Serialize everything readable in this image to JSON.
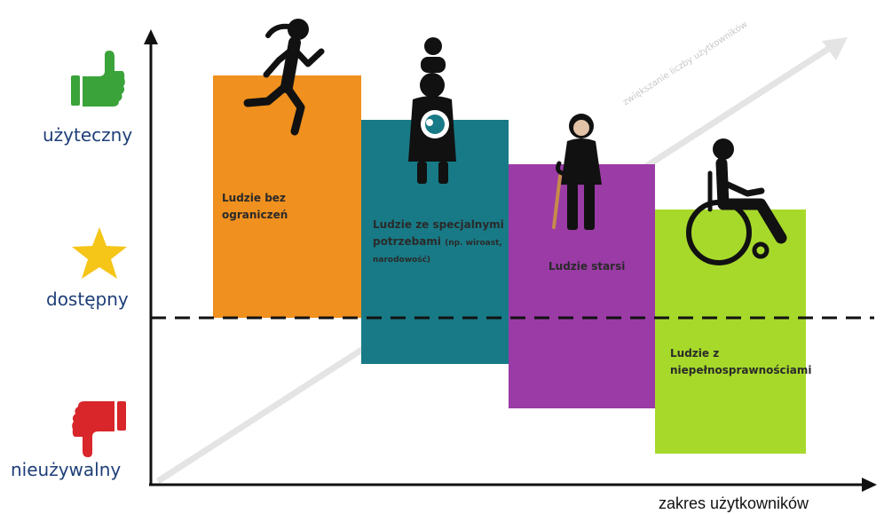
{
  "y_levels": {
    "useful": "użyteczny",
    "accessible": "dostępny",
    "unusable": "nieużywalny"
  },
  "x_axis_label": "zakres użytkowników",
  "trend_label": "zwiększanie liczby użytkowników",
  "groups": [
    {
      "label": "Ludzie bez ograniczeń",
      "color": "#f0901e"
    },
    {
      "label": "Ludzie ze specjalnymi potrzebami",
      "note": "(np. wiroast, narodowość)",
      "color": "#187a86"
    },
    {
      "label": "Ludzie starsi",
      "color": "#9b3ba6"
    },
    {
      "label": "Ludzie z niepełnosprawnościami",
      "color": "#a7d92b"
    }
  ],
  "icons": {
    "useful": "thumbs-up-icon",
    "accessible": "star-icon",
    "unusable": "thumbs-down-icon",
    "group1": "running-person-icon",
    "group2": "parent-with-children-icon",
    "group3": "elderly-person-with-cane-icon",
    "group4": "wheelchair-user-icon"
  },
  "colors": {
    "thumbs_up": "#3aa33a",
    "star": "#f5c518",
    "thumbs_down": "#d8262b",
    "axis": "#111111",
    "label_text": "#1f3f78"
  }
}
